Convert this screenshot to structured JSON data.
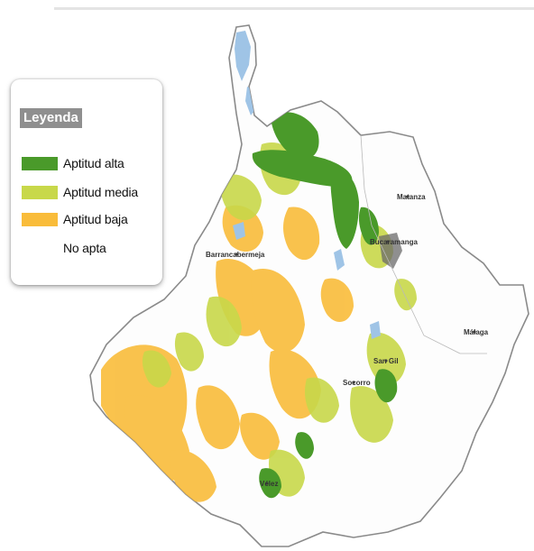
{
  "legend": {
    "title": "Leyenda",
    "items": [
      {
        "label": "Aptitud alta",
        "color": "#4a9a2a"
      },
      {
        "label": "Aptitud media",
        "color": "#c8d84a"
      },
      {
        "label": "Aptitud baja",
        "color": "#f9bc3a"
      },
      {
        "label": "No apta",
        "color": "#ffffff"
      }
    ]
  },
  "towns": [
    "Matanza",
    "Barrancabermeja",
    "Bucaramanga",
    "Málaga",
    "San Gil",
    "Socorro",
    "Vélez"
  ],
  "colors": {
    "border": "#8a8a8a",
    "water": "#9fc4e6",
    "alta": "#4a9a2a",
    "media": "#c8d84a",
    "baja": "#f9bc3a"
  }
}
